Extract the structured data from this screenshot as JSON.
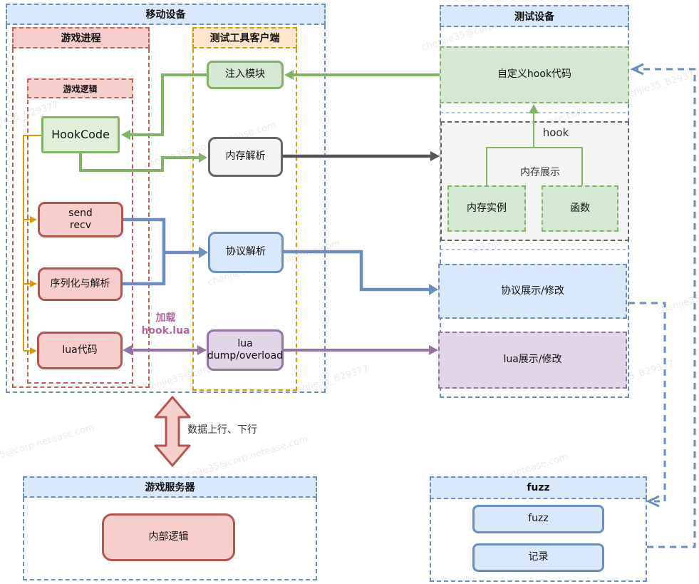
{
  "watermark": {
    "email": "chenjie35@corp.netease.com",
    "id": "chenjie35_B29377"
  },
  "containers": {
    "mobile_device": {
      "title": "移动设备"
    },
    "game_process": {
      "title": "游戏进程"
    },
    "game_logic": {
      "title": "游戏逻辑"
    },
    "test_tool_client": {
      "title": "测试工具客户端"
    },
    "test_device": {
      "title": "测试设备"
    },
    "game_server": {
      "title": "游戏服务器"
    },
    "fuzz": {
      "title": "fuzz"
    }
  },
  "nodes": {
    "inject": "注入模块",
    "hookcode": "HookCode",
    "memory_parse": "内存解析",
    "send_recv": "send\nrecv",
    "serialize": "序列化与解析",
    "protocol_parse": "协议解析",
    "lua_code": "lua代码",
    "lua_dump": "lua\ndump/overload",
    "custom_hook": "自定义hook代码",
    "memory_instance": "内存实例",
    "func": "函数",
    "protocol_display": "协议展示/修改",
    "lua_display": "lua展示/修改",
    "internal_logic": "内部逻辑",
    "fuzz_box": "fuzz",
    "record": "记录"
  },
  "labels": {
    "hook": "hook",
    "memory_show": "内存展示",
    "load_hook_lua": "加载\nhook.lua",
    "data_flow": "数据上行、下行"
  },
  "palette": {
    "blue_stroke": "#6c8ebf",
    "blue_fill": "#dae8fc",
    "green_stroke": "#82b366",
    "green_fill": "#d5e8d4",
    "red_stroke": "#b85450",
    "red_fill": "#f8cecc",
    "orange_stroke": "#d79b00",
    "orange_fill": "#ffe6cc",
    "purple_stroke": "#9673a6",
    "purple_fill": "#e1d5e7",
    "gray_stroke": "#666666",
    "gray_fill": "#f5f5f5",
    "yellow_connector": "#d79b00",
    "load_label_color": "#b0689f"
  }
}
